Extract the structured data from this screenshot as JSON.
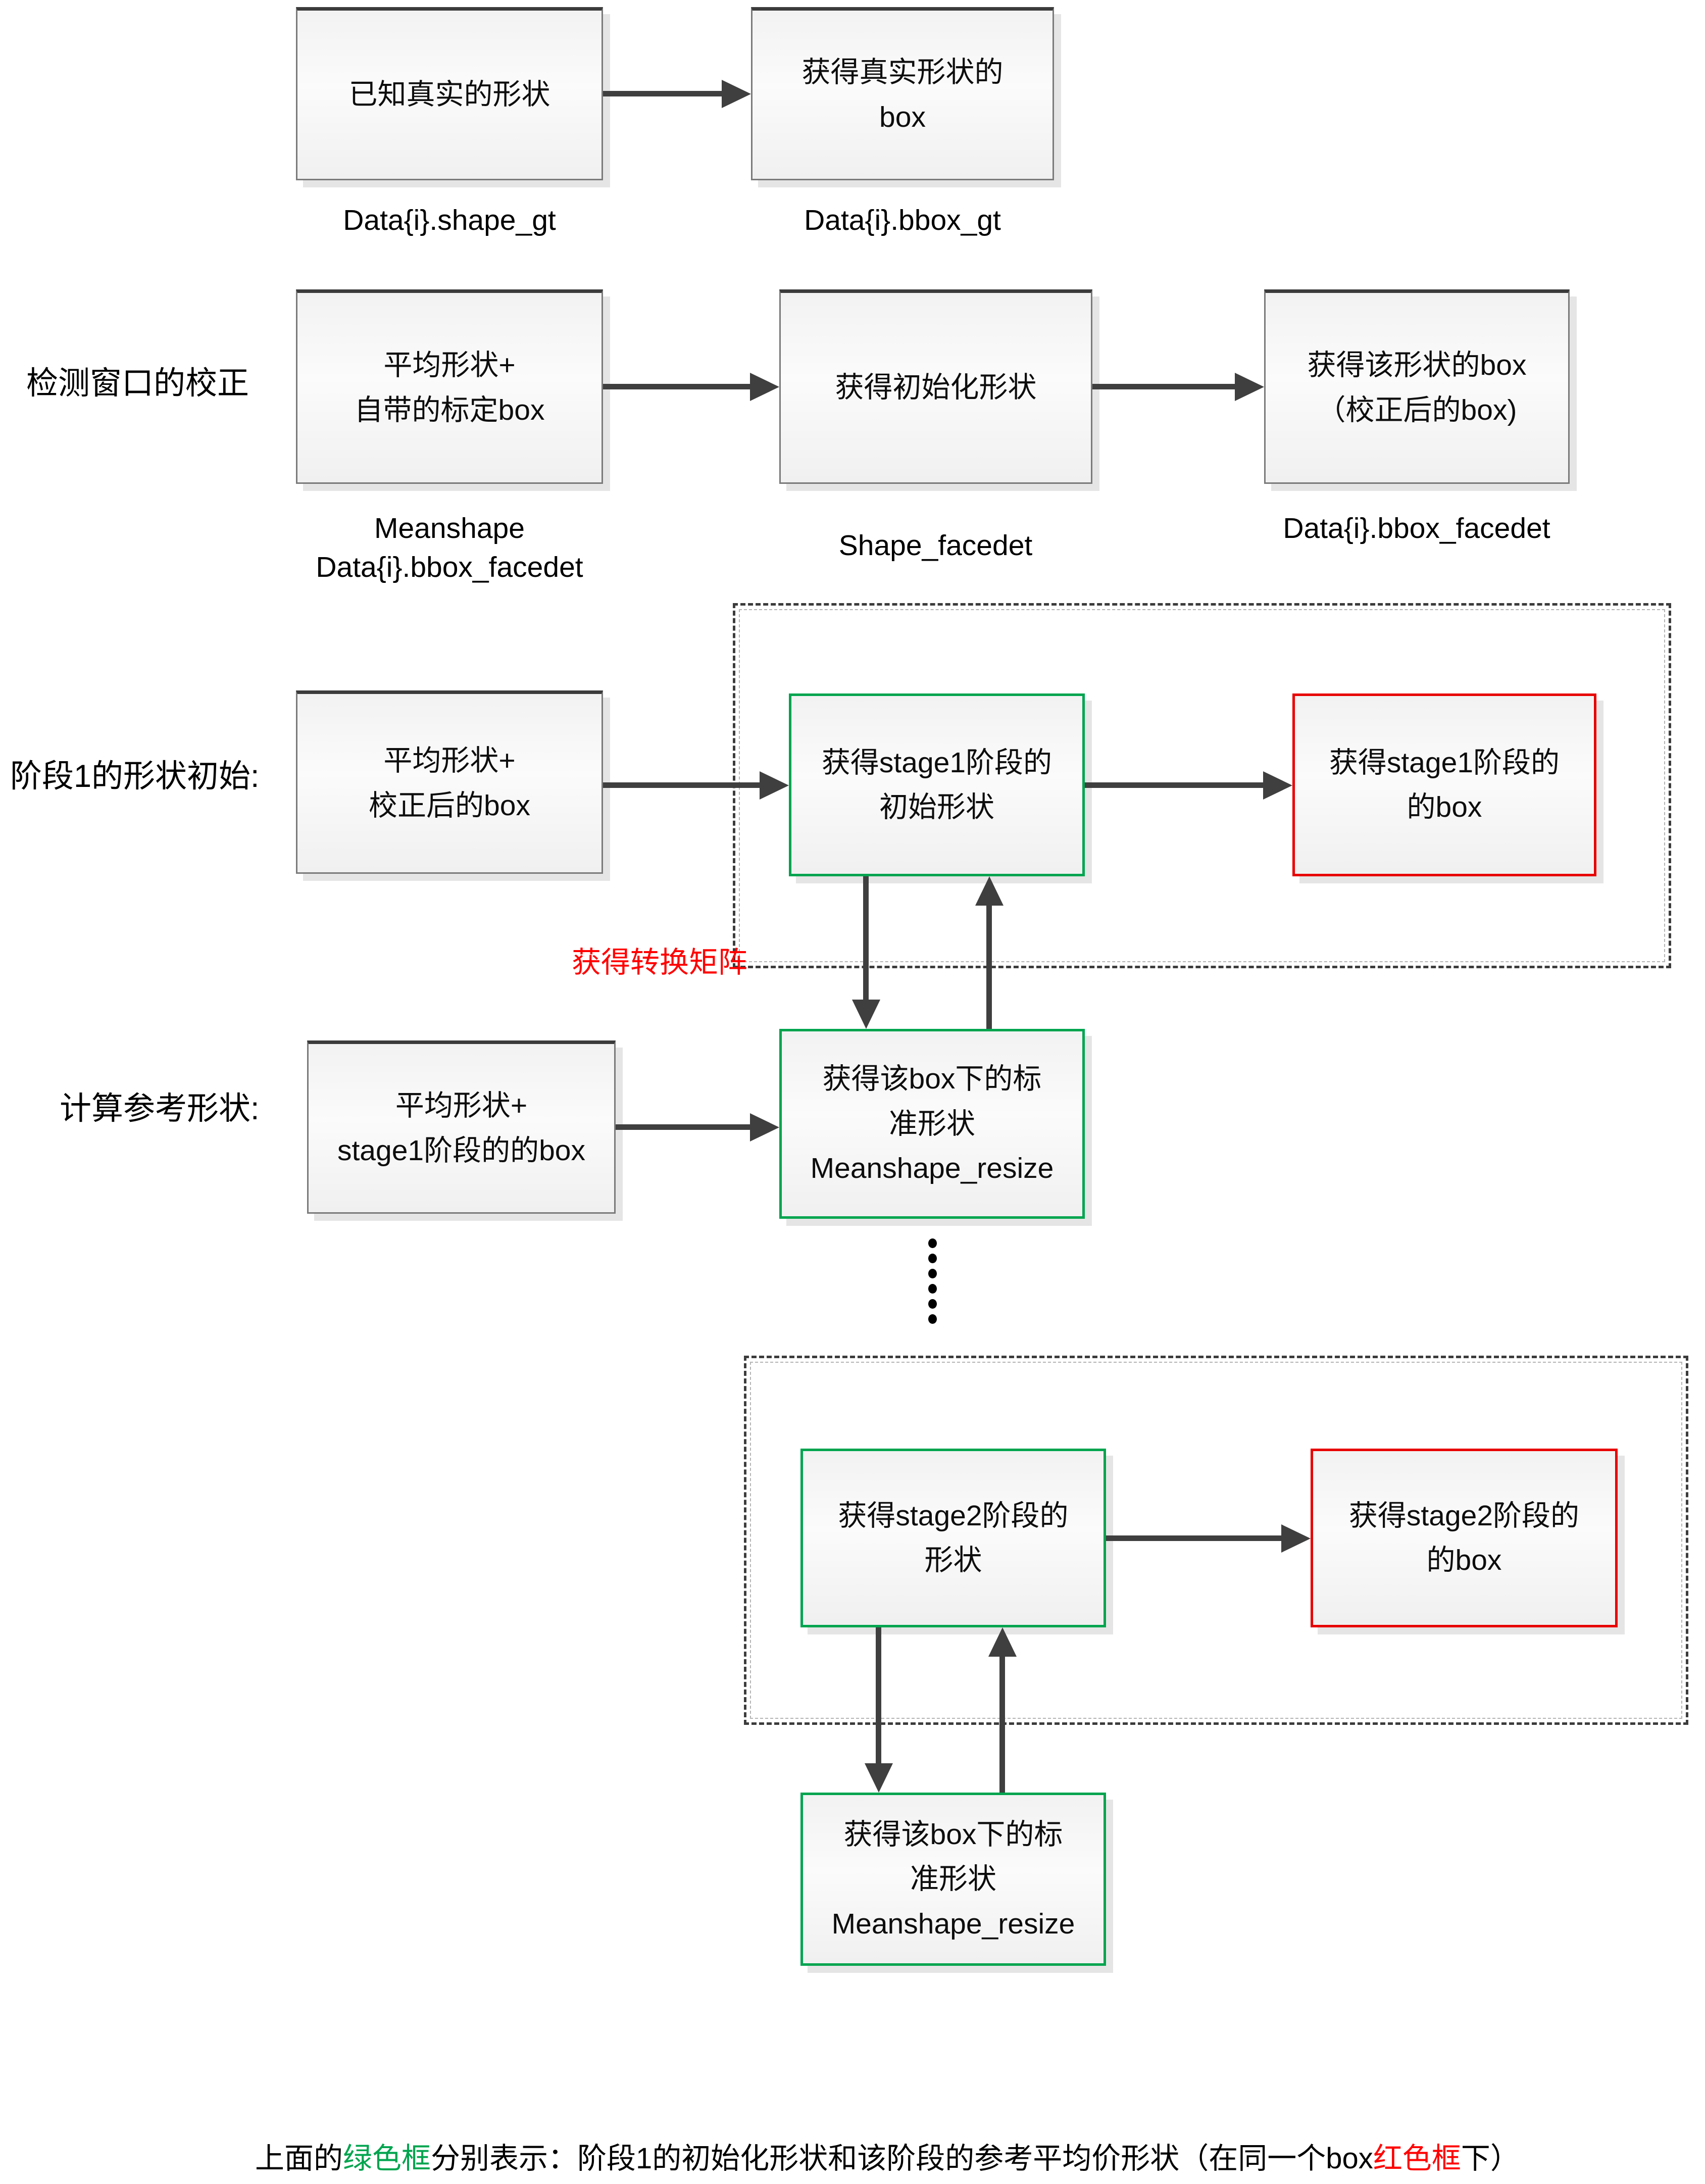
{
  "colors": {
    "green_border": "#00a44f",
    "red_border": "#e80000",
    "arrow": "#3f3f3f",
    "note_red": "#ff0000"
  },
  "row1": {
    "shape_box": "已知真实的形状",
    "bbox_box": "获得真实形状的\nbox",
    "shape_label": "Data{i}.shape_gt",
    "bbox_label": "Data{i}.bbox_gt"
  },
  "row2": {
    "side_label": "检测窗口的校正",
    "input_box": "平均形状+\n自带的标定box",
    "init_box": "获得初始化形状",
    "result_box": "获得该形状的box\n（校正后的box)",
    "input_label": "Meanshape\nData{i}.bbox_facedet",
    "init_label": "Shape_facedet",
    "result_label": "Data{i}.bbox_facedet"
  },
  "stage1": {
    "side_label": "阶段1的形状初始:",
    "input_box": "平均形状+\n校正后的box",
    "green_box": "获得stage1阶段的\n初始形状",
    "red_box": "获得stage1阶段的\n的box",
    "transform_note": "获得转换矩阵"
  },
  "reference": {
    "side_label": "计算参考形状:",
    "input_box": "平均形状+\nstage1阶段的的box",
    "green_box": "获得该box下的标\n准形状\nMeanshape_resize"
  },
  "stage2": {
    "green_box": "获得stage2阶段的\n形状",
    "red_box": "获得stage2阶段的\n的box",
    "meanshape_box": "获得该box下的标\n准形状\nMeanshape_resize"
  },
  "caption": {
    "part1": "上面的",
    "green": "绿色框",
    "part2": "分别表示：阶段1的初始化形状和该阶段的参考平均价形状（在同一个box",
    "red": "红色框",
    "part3": "下）"
  }
}
